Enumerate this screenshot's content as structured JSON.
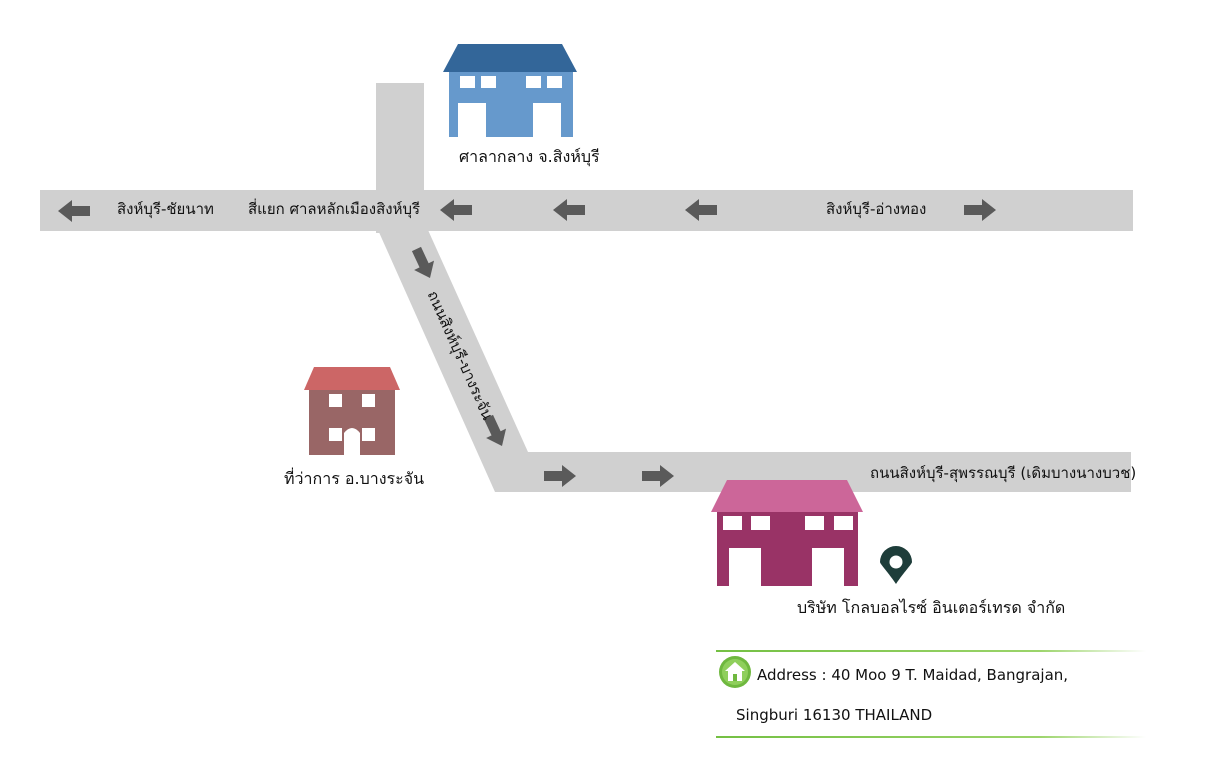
{
  "colors": {
    "road": "#d0d0d0",
    "arrow": "#5a5a5a",
    "blue_building": "#6699cc",
    "blue_roof": "#336699",
    "red_building": "#996666",
    "red_roof": "#cc6666",
    "company_building": "#993366",
    "company_roof": "#cc6699",
    "pin": "#1e3d3a",
    "accent_green": "#74c043"
  },
  "icons": {
    "pin": "map-pin-icon",
    "home": "home-icon",
    "arrow": "direction-arrow-icon"
  },
  "roads": {
    "singburi_chainat": "สิงห์บุรี-ชัยนาท",
    "intersection": "สี่แยก ศาลหลักเมืองสิงห์บุรี",
    "singburi_angthong": "สิงห์บุรี-อ่างทอง",
    "singburi_bangrachan": "ถนนสิงห์บุรี-บางระจัน",
    "singburi_suphanburi": "ถนนสิงห์บุรี-สุพรรณบุรี (เดิมบางนางบวช)"
  },
  "landmarks": {
    "city_hall": "ศาลากลาง จ.สิงห์บุรี",
    "district_office": "ที่ว่าการ อ.บางระจัน",
    "company": "บริษัท โกลบอลไรซ์ อินเตอร์เทรด จำกัด"
  },
  "address": {
    "line1": "Address : 40 Moo 9 T. Maidad, Bangrajan,",
    "line2": "Singburi 16130 THAILAND"
  }
}
